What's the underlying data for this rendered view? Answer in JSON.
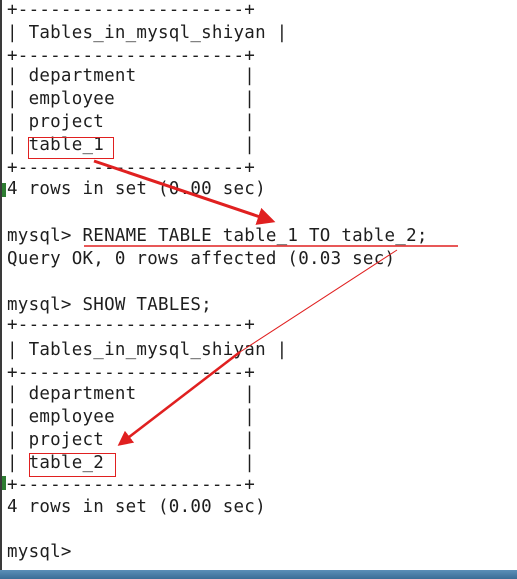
{
  "terminal": {
    "lines": [
      "+---------------------+",
      "| Tables_in_mysql_shiyan |",
      "+---------------------+",
      "| department          |",
      "| employee            |",
      "| project             |",
      "| table_1             |",
      "+---------------------+",
      "4 rows in set (0.00 sec)",
      "",
      "mysql> RENAME TABLE table_1 TO table_2;",
      "Query OK, 0 rows affected (0.03 sec)",
      "",
      "mysql> SHOW TABLES;",
      "+---------------------+",
      "| Tables_in_mysql_shiyan |",
      "+---------------------+",
      "| department          |",
      "| employee            |",
      "| project             |",
      "| table_2             |",
      "+---------------------+",
      "4 rows in set (0.00 sec)",
      "",
      "mysql>"
    ]
  },
  "annotations": {
    "color": "#e02020",
    "boxed": [
      "table_1",
      "table_2"
    ],
    "underlined": "RENAME TABLE table_1 TO table_2;"
  }
}
